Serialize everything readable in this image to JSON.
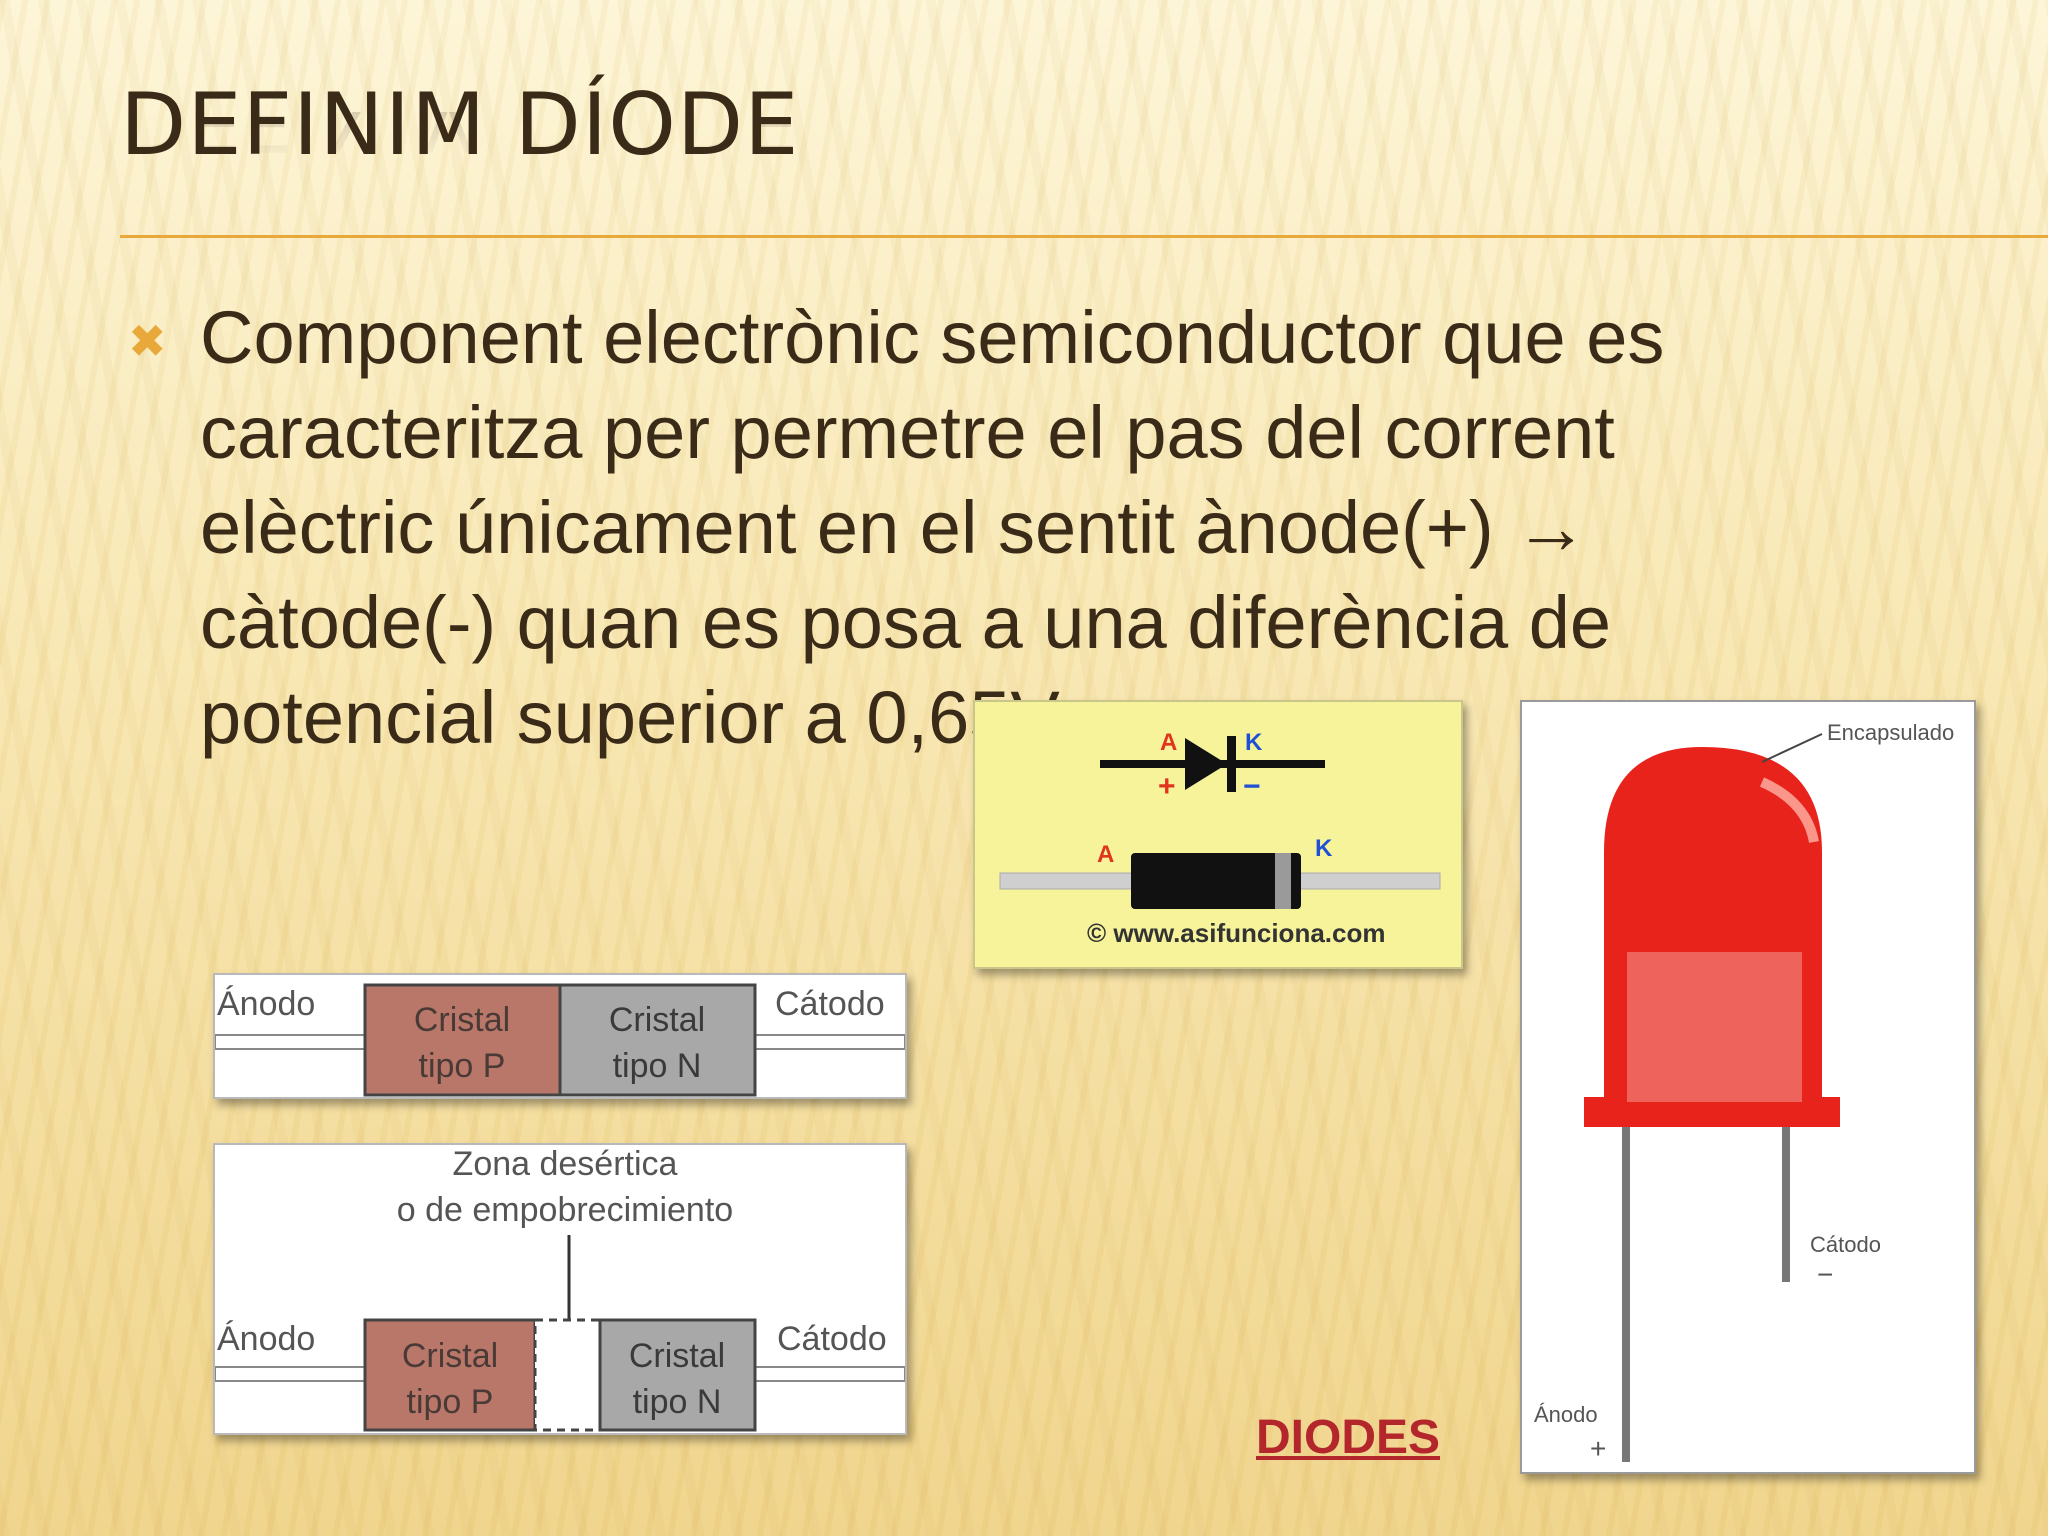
{
  "slide": {
    "title": "DEFINIM DÍODE",
    "bullet_icon": "x-mark-bullet-icon",
    "body": "Component electrònic semiconductor que es caracteritza per permetre el pas del corrent elèctric únicament en el sentit ànode(+) → càtode(-) quan es posa a una diferència de potencial superior a 0,65V.",
    "link_text": "DIODES"
  },
  "diagram_symbol": {
    "anode_letter": "A",
    "cathode_letter": "K",
    "plus": "+",
    "minus": "−",
    "credit": "© www.asifunciona.com"
  },
  "led": {
    "encapsulado": "Encapsulado",
    "catodo": "Cátodo",
    "catodo_sign": "−",
    "anodo": "Ánodo",
    "anodo_sign": "+"
  },
  "pn_top": {
    "anodo": "Ánodo",
    "catodo": "Cátodo",
    "p_line1": "Cristal",
    "p_line2": "tipo P",
    "n_line1": "Cristal",
    "n_line2": "tipo N"
  },
  "pn_bottom": {
    "zone_line1": "Zona desértica",
    "zone_line2": "o de empobrecimiento",
    "anodo": "Ánodo",
    "catodo": "Cátodo",
    "p_line1": "Cristal",
    "p_line2": "tipo P",
    "n_line1": "Cristal",
    "n_line2": "tipo N"
  },
  "colors": {
    "accent": "#e8a93a",
    "title": "#3a2a18",
    "link": "#b3262b",
    "led_red": "#e8231c",
    "p_crystal": "#b9776a",
    "n_crystal": "#a8a8a8"
  }
}
